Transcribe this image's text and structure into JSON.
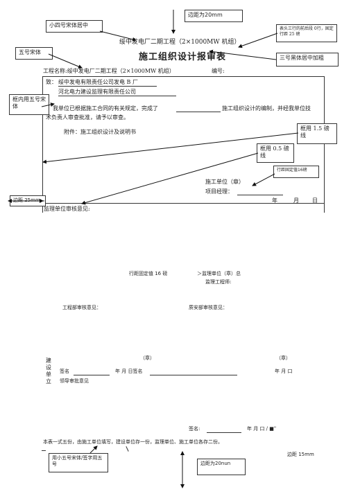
{
  "annotations": {
    "top_margin": "边距为20mm",
    "font_title_small4": "小四号宋体居中",
    "header_spacing": "表头三行的前后段 0行，固定行距 25 磅",
    "font_5": "五号宋体",
    "font_title_3": "三号黑体居中加粗",
    "frame_font": "框内用五号宋体",
    "frame_line_15": "框用 1.5 磅线",
    "frame_line_05": "框用 0.5 磅线",
    "row_spacing_16a": "行距固定值16磅",
    "left_margin": "边距 25mm",
    "row_spacing_16b": "行距固定值 16 磅",
    "footer_font": "用小五号宋体/签字用五号",
    "right_margin": "边距 15mm",
    "bottom_margin": "边距为20nun"
  },
  "header": {
    "project_line": "绥中发电厂二期工程（2×1000MW 机组）",
    "form_title": "施工组织设计报审表",
    "project_name_label": "工程名称:绥中发电厂二期工程（2×1000MW 机组）",
    "number_label": "编号:"
  },
  "section1": {
    "to_label": "致：",
    "to_line1": "绥中发电有限责任公司发电 B 厂",
    "to_line2": "河北电力建设监理有限责任公司",
    "body_line1_a": "我单位已根据施工合同的有关规定，完成了",
    "body_line1_b": "施工组织设计的编制，并经我单位技",
    "body_line2": "术负责人审查批准，请予以审查。",
    "attachment": "附件：施工组织设计及说明书",
    "unit_label": "施工单位（章）",
    "manager_label": "项目经理：",
    "date_year": "年",
    "date_month": "月",
    "date_day": "日"
  },
  "section2": {
    "supervisor_opinion": "监理单位审核意见:",
    "supervisor_unit": "＞监理单位（章）总",
    "supervisor_engineer": "监理工程师:",
    "engineering_dept": "工程部审核意见：",
    "safety_dept": "质安部审核意见：",
    "seal_left": "（章）",
    "seal_right": "（章）",
    "vertical_label": "建设单立",
    "sign_label": "签名",
    "sign_date_mid": "年 月 日签名",
    "sign_date_right": "年 月 口",
    "leader_opinion": "领导审批意见",
    "final_sign_label": "签名:",
    "final_sign_date": "年 月 口 / ■\""
  },
  "footer": {
    "note": "本表一式五份，由施工单位填写，建设单位存一份，监理单位、施工单位各存二份。"
  }
}
